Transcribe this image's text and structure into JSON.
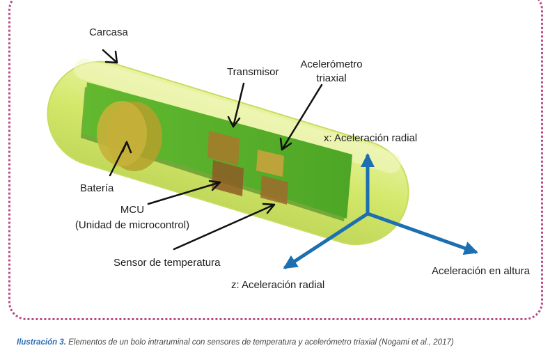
{
  "labels": {
    "carcasa": "Carcasa",
    "transmisor": "Transmisor",
    "acelerometro_l1": "Acelerómetro",
    "acelerometro_l2": "triaxial",
    "x_axis": "x: Aceleración radial",
    "bateria": "Batería",
    "mcu_l1": "MCU",
    "mcu_l2": "(Unidad de microcontrol)",
    "sensor": "Sensor de temperatura",
    "altura": "Aceleración en altura",
    "z_axis": "z: Aceleración radial"
  },
  "caption": {
    "id": "Ilustración 3.",
    "text": "Elementos de un bolo intraruminal con sensores de temperatura y acelerómetro triaxial (Nogami et al., 2017)"
  },
  "colors": {
    "frame": "#b84a8a",
    "capsule": "#d7ea72",
    "board": "#5cb82c",
    "component": "#a8782a",
    "arrow_axis": "#1c6fb0",
    "caption_id": "#2f6fb3"
  }
}
